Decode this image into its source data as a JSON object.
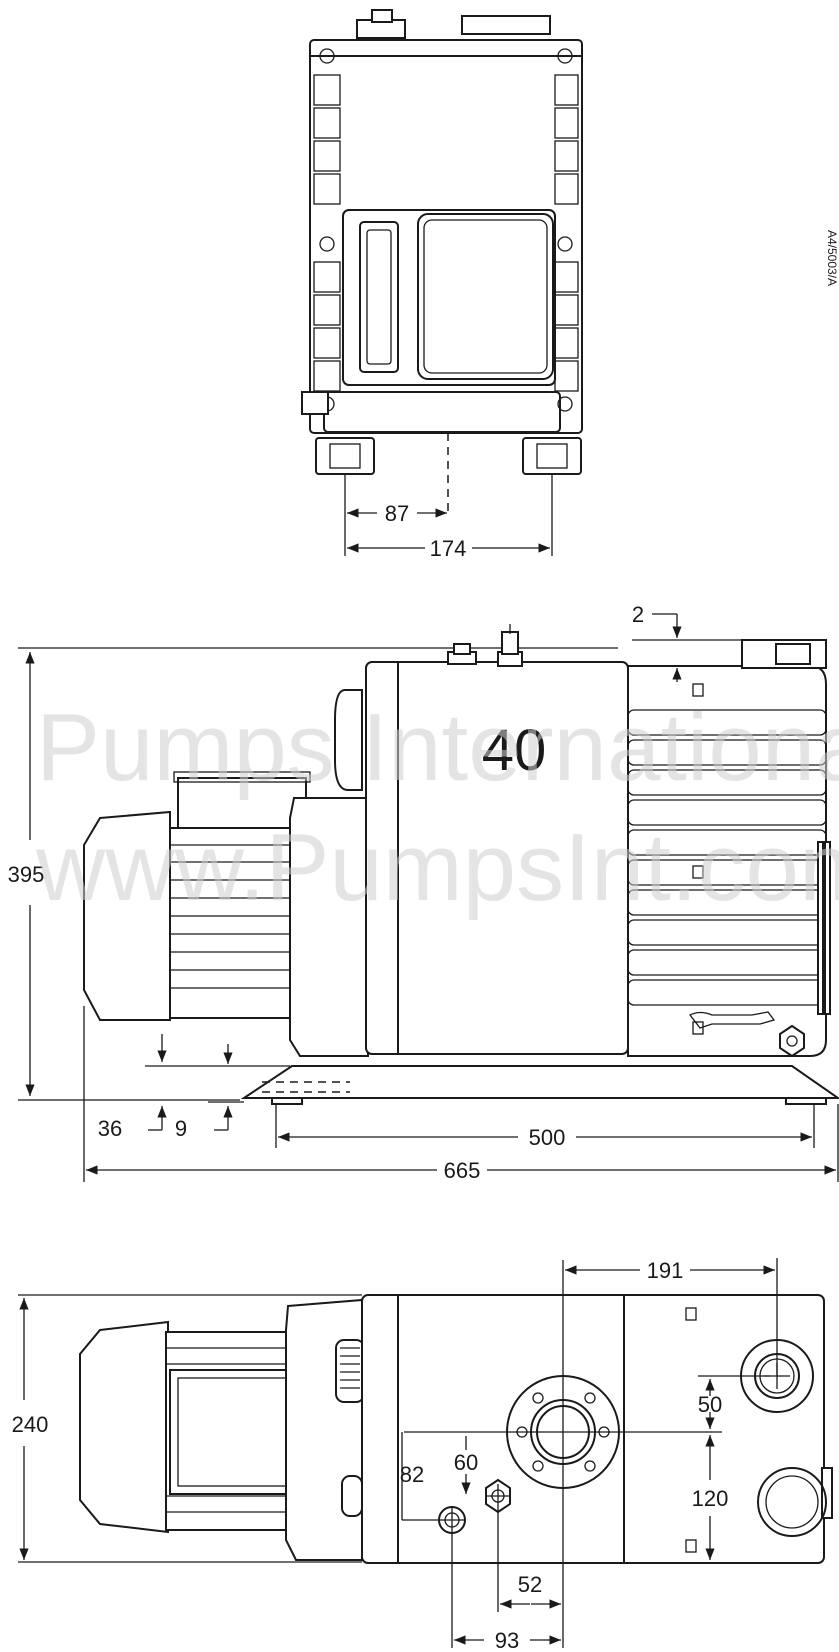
{
  "drawing": {
    "ref_code": "A4/5003/A",
    "model": "40",
    "watermark_line1": "Pumps International",
    "watermark_line2": "www.PumpsInt.com"
  },
  "dimensions": {
    "end_view": {
      "half_foot": "87",
      "foot_span": "174"
    },
    "side_view": {
      "top_gap": "2",
      "height": "395",
      "base_offset": "36",
      "base_thickness": "9",
      "foot_span": "500",
      "overall_length": "665"
    },
    "top_view": {
      "port_offset": "191",
      "width": "240",
      "port_spacing": "50",
      "outlet_dist": "120",
      "drain_offset_y": "82",
      "fill_offset_y": "60",
      "fill_offset_x": "52",
      "drain_offset_x": "93"
    }
  }
}
